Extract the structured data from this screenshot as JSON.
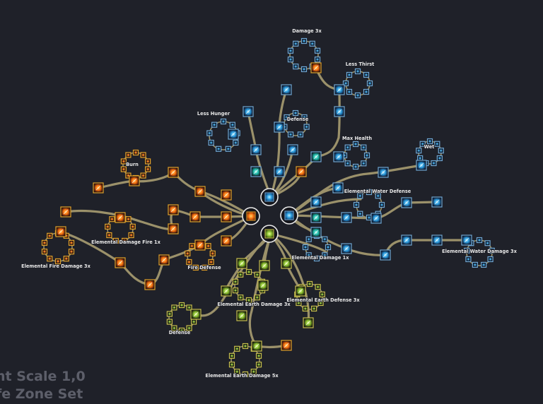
{
  "colors": {
    "background": "#1f2129",
    "edge": "#9b916a",
    "hud_text": "#5d5f6a",
    "fire_border": "#e6a229",
    "fire_fill": "#7a2a08",
    "fire_glow": "#ff8a1a",
    "water_border": "#6fa8d6",
    "water_fill": "#0f3f66",
    "water_glow": "#47c1ff",
    "earth_border": "#c7c04c",
    "earth_fill": "#2f3a10",
    "earth_glow": "#b6e040",
    "center_ring": "#e8e8e8"
  },
  "hud": {
    "line1": "nt Scale 1,0",
    "line2": "fe Zone Set"
  },
  "clusters": [
    {
      "id": "damage-3x",
      "label": "Damage 3x",
      "element": "water"
    },
    {
      "id": "less-thirst",
      "label": "Less Thirst",
      "element": "water"
    },
    {
      "id": "less-hunger",
      "label": "Less Hunger",
      "element": "water"
    },
    {
      "id": "defense-top",
      "label": "Defense",
      "element": "water"
    },
    {
      "id": "max-health",
      "label": "Max Health",
      "element": "water"
    },
    {
      "id": "wet",
      "label": "Wet",
      "element": "water"
    },
    {
      "id": "elemental-water-defense",
      "label": "Elemental Water Defense",
      "element": "water"
    },
    {
      "id": "elemental-water-damage-3x",
      "label": "Elemental Water Damage 3x",
      "element": "water"
    },
    {
      "id": "elemental-damage-1x",
      "label": "Elemental Damage 1x",
      "element": "water"
    },
    {
      "id": "burn",
      "label": "Burn",
      "element": "fire"
    },
    {
      "id": "elemental-damage-fire-1x",
      "label": "Elemental Damage Fire 1x",
      "element": "fire"
    },
    {
      "id": "elemental-fire-damage-3x",
      "label": "Elemental Fire Damage 3x",
      "element": "fire"
    },
    {
      "id": "fire-defense",
      "label": "Fire Defense",
      "element": "fire"
    },
    {
      "id": "elemental-earth-damage-3x",
      "label": "Elemental Earth Damage 3x",
      "element": "earth"
    },
    {
      "id": "elemental-earth-defense-3x",
      "label": "Elemental Earth Defense 3x",
      "element": "earth"
    },
    {
      "id": "defense-earth",
      "label": "Defense",
      "element": "earth"
    },
    {
      "id": "elemental-earth-damage-5x",
      "label": "Elemental Earth Damage 5x",
      "element": "earth"
    }
  ]
}
